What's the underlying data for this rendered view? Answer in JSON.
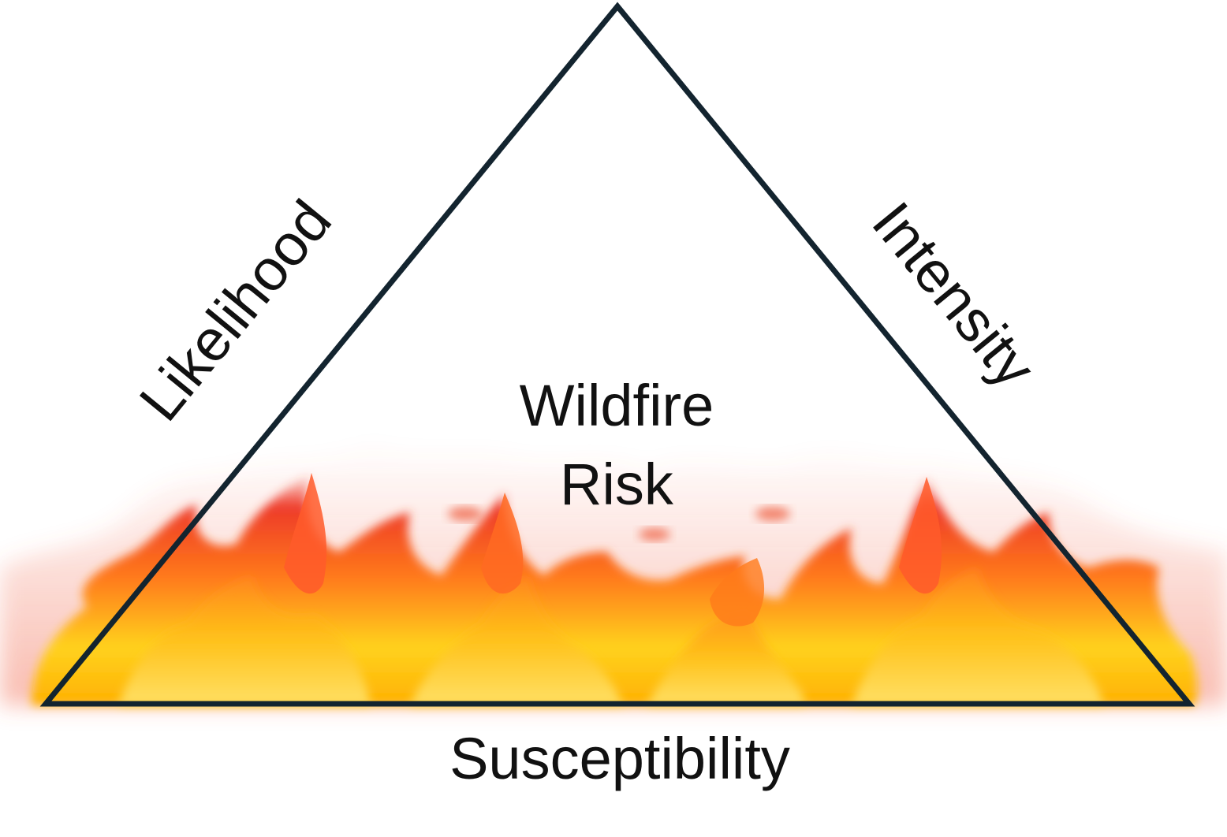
{
  "diagram": {
    "center_label_line1": "Wildfire",
    "center_label_line2": "Risk",
    "left_side_label": "Likelihood",
    "right_side_label": "Intensity",
    "bottom_label": "Susceptibility"
  },
  "colors": {
    "triangle_stroke": "#13242f",
    "text": "#111111",
    "flame_red": "#ee3b2a",
    "flame_orange": "#ff7a1a",
    "flame_yellow": "#ffd21f"
  }
}
